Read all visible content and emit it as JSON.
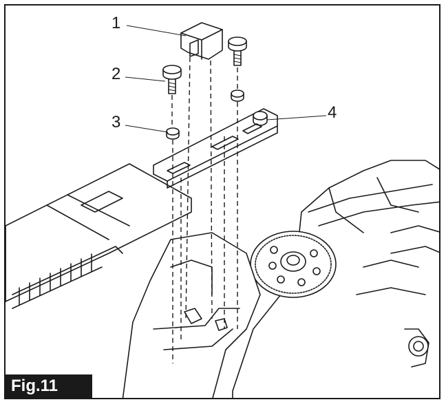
{
  "figure": {
    "label": "Fig.11"
  },
  "callouts": [
    "1",
    "2",
    "3",
    "4"
  ],
  "colors": {
    "line": "#1a1a1a",
    "background": "#ffffff",
    "label_bg": "#1a1a1a",
    "label_text": "#ffffff"
  }
}
